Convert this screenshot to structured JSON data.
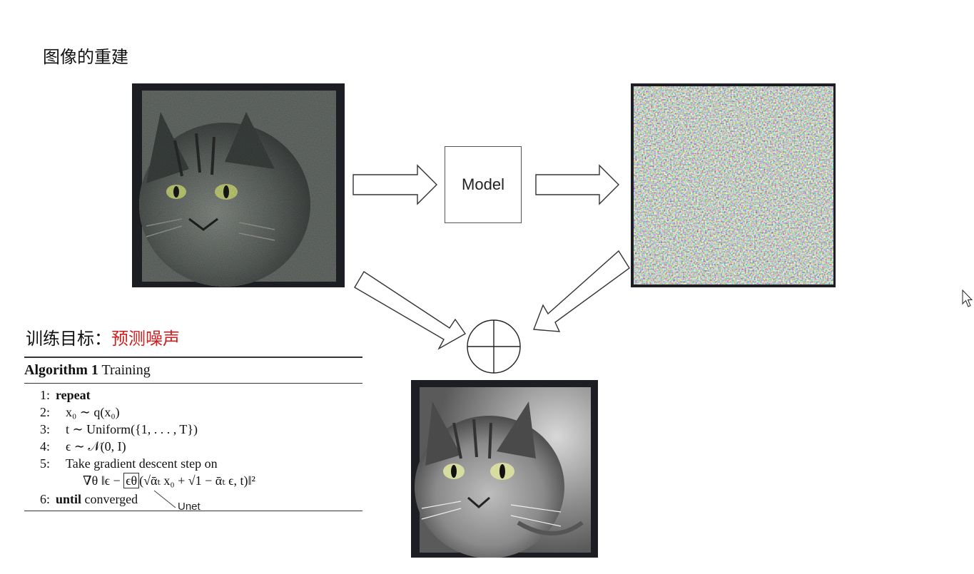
{
  "slide": {
    "title": "图像的重建",
    "model_label": "Model",
    "objective_label": "训练目标：",
    "objective_value": "预测噪声",
    "unet_label": "Unet"
  },
  "algorithm": {
    "title_bold": "Algorithm 1",
    "title_rest": " Training",
    "lines": [
      {
        "num": "1:",
        "text": "repeat",
        "bold": true
      },
      {
        "num": "2:",
        "text": "x₀ ∼ q(x₀)"
      },
      {
        "num": "3:",
        "text": "t ∼ Uniform({1, . . . , T})"
      },
      {
        "num": "4:",
        "text": "ϵ ∼ 𝒩(0, I)"
      },
      {
        "num": "5:",
        "text": "Take gradient descent step on"
      },
      {
        "num": "6:",
        "text_bold": "until",
        "text_rest": " converged"
      }
    ],
    "formula_prefix": "∇θ ‖ϵ − ",
    "formula_boxed": "ϵθ",
    "formula_suffix": "(√ᾱₜ x₀ + √1 − ᾱₜ ϵ, t)‖²"
  },
  "icons": [
    "right-arrow-icon",
    "plus-circle-icon",
    "mouse-cursor-icon"
  ],
  "colors": {
    "accent_red": "#d01e1e",
    "frame_dark": "#1c1e24"
  }
}
